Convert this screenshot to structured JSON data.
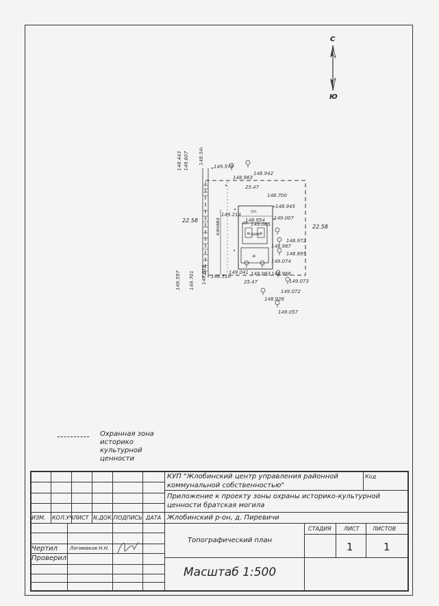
{
  "north_arrow": {
    "north_label": "С",
    "south_label": "Ю"
  },
  "plan": {
    "elevations": [
      {
        "id": "e1",
        "text": "149.579"
      },
      {
        "id": "e2",
        "text": "148.942"
      },
      {
        "id": "e3",
        "text": "148.963"
      },
      {
        "id": "e4",
        "text": "148.700"
      },
      {
        "id": "e5",
        "text": "148.945"
      },
      {
        "id": "e6",
        "text": "149.214"
      },
      {
        "id": "e7",
        "text": "148.954"
      },
      {
        "id": "e8",
        "text": "149.007"
      },
      {
        "id": "e9",
        "text": "149.085"
      },
      {
        "id": "e10",
        "text": "148.972"
      },
      {
        "id": "e11",
        "text": "148.987"
      },
      {
        "id": "e12",
        "text": "148.895"
      },
      {
        "id": "e13",
        "text": "149.074"
      },
      {
        "id": "e14",
        "text": "148.510"
      },
      {
        "id": "e15",
        "text": "149.041"
      },
      {
        "id": "e16",
        "text": "149.063"
      },
      {
        "id": "e17",
        "text": "148.966"
      },
      {
        "id": "e18",
        "text": "149.073"
      },
      {
        "id": "e19",
        "text": "149.072"
      },
      {
        "id": "e20",
        "text": "148.928"
      },
      {
        "id": "e21",
        "text": "149.057"
      },
      {
        "id": "v1",
        "text": "148.443"
      },
      {
        "id": "v2",
        "text": "149.607"
      },
      {
        "id": "v3",
        "text": "148.546"
      },
      {
        "id": "v4",
        "text": "149.597"
      },
      {
        "id": "v5",
        "text": "149.701"
      },
      {
        "id": "v6",
        "text": "149.619"
      }
    ],
    "road_label": "канава",
    "labels": {
      "pl1": "пл.",
      "pl2": "пл.",
      "pam": "пам.",
      "x1": "ж",
      "x2": "ж",
      "x3": "ж"
    },
    "dimensions": {
      "top": "25.47",
      "bottom": "25.47",
      "left": "22.58",
      "right": "22.58"
    }
  },
  "legend": {
    "text": [
      "Охранная зона",
      "историко",
      "культурной",
      "ценности"
    ]
  },
  "title_block": {
    "org": "КУП \"Жлобинский центр управления районной",
    "org2": "коммунальной собственностью\"",
    "code": "Код",
    "project": "Приложение к проекту зоны охраны историко-культурной",
    "project2": "ценности братская могила",
    "location": "Жлобинский р-он, д. Пиревичи",
    "doc_title": "Топографический план",
    "scale": "Масштаб 1:500",
    "headers": [
      "ИЗМ.",
      "КОЛ.УЧ.",
      "ЛИСТ",
      "N.ДОК.",
      "ПОДПИСЬ",
      "ДАТА"
    ],
    "stage_header": "СТАДИЯ",
    "sheet_header": "ЛИСТ",
    "sheets_header": "ЛИСТОВ",
    "sheet": "1",
    "sheets": "1",
    "drew_role": "Чертил",
    "drew_name": "Логимаков Н.Н.",
    "checked_role": "Проверил"
  },
  "colors": {
    "ink": "#333333",
    "paper": "#f4f4f2"
  }
}
